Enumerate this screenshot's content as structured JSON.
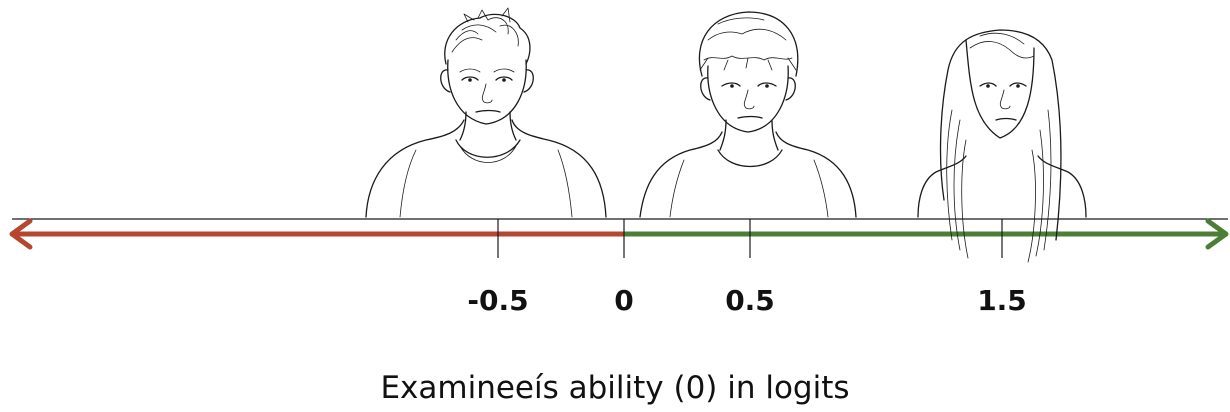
{
  "axis": {
    "ticks": [
      {
        "value": -0.5,
        "label": "-0.5"
      },
      {
        "value": 0,
        "label": "0"
      },
      {
        "value": 0.5,
        "label": "0.5"
      },
      {
        "value": 1.5,
        "label": "1.5"
      }
    ],
    "title": "Examineeís ability (0) in logits",
    "negative_color": "#b5472f",
    "positive_color": "#4c7f35"
  },
  "examinees": [
    {
      "icon": "examinee-portrait-icon",
      "ability": -0.5
    },
    {
      "icon": "examinee-portrait-icon",
      "ability": 0.5
    },
    {
      "icon": "examinee-portrait-icon",
      "ability": 1.5
    }
  ]
}
